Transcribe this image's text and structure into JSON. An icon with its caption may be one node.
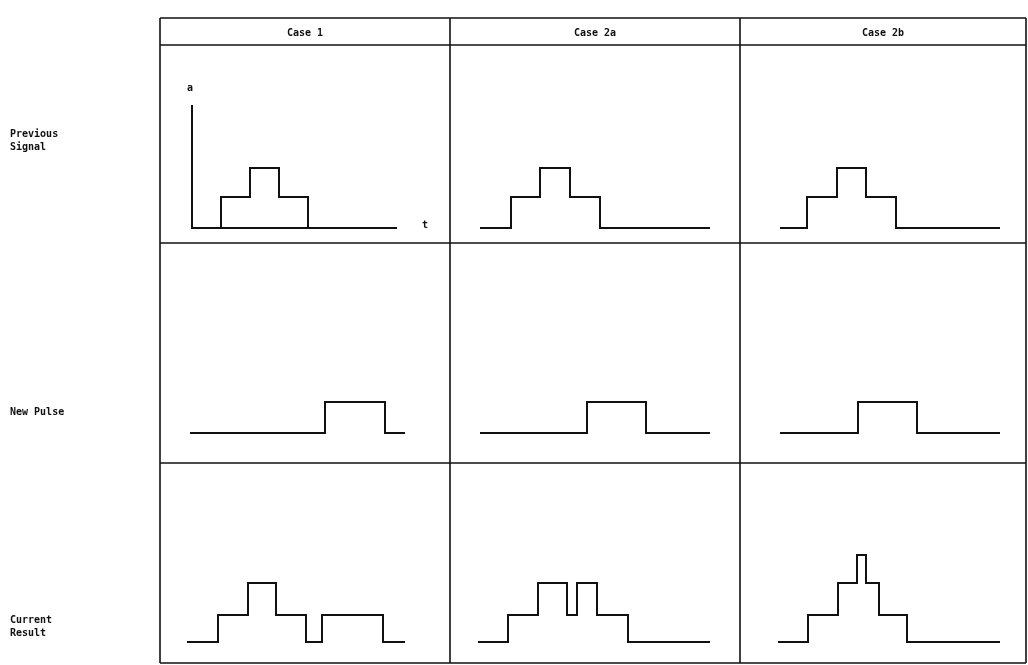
{
  "diagram": {
    "labels": [
      "Case 1",
      "Case 2a",
      "Case 2b",
      "Previous Signal",
      "a",
      "t",
      "New Pulse",
      "Current Result"
    ]
  }
}
